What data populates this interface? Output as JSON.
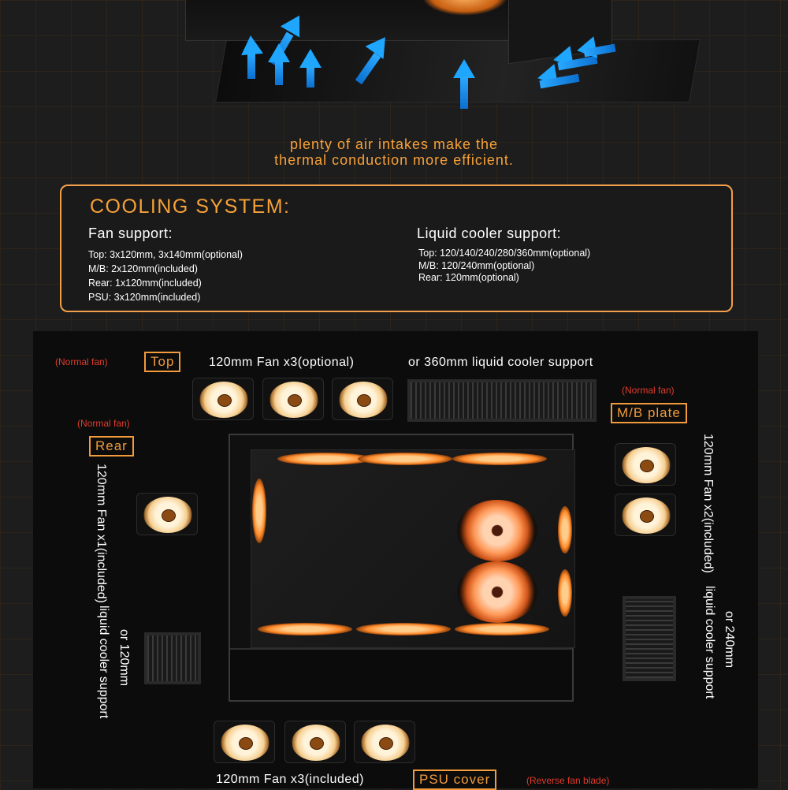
{
  "hero": {
    "tagline_line1": "plenty of air intakes make the",
    "tagline_line2": "thermal conduction more efficient."
  },
  "cooling": {
    "title": "COOLING SYSTEM:",
    "fan_support": {
      "heading": "Fan support:",
      "items": [
        "Top: 3x120mm, 3x140mm(optional)",
        "M/B: 2x120mm(included)",
        "Rear: 1x120mm(included)",
        "PSU: 3x120mm(included)"
      ]
    },
    "liquid_support": {
      "heading": "Liquid cooler support:",
      "items": [
        "Top: 120/140/240/280/360mm(optional)",
        "M/B: 120/240mm(optional)",
        "Rear: 120mm(optional)"
      ]
    }
  },
  "diagram": {
    "top": {
      "note": "(Normal fan)",
      "tag": "Top",
      "fan_label": "120mm Fan x3(optional)",
      "cooler_label": "or 360mm liquid cooler support"
    },
    "mb": {
      "note": "(Normal fan)",
      "tag": "M/B plate",
      "fan_label": "120mm Fan  x2(included)",
      "cooler_label": "or 240mm",
      "cooler_label2": "liquid cooler support"
    },
    "rear": {
      "note": "(Normal fan)",
      "tag": "Rear",
      "fan_label": "120mm Fan x1(included)",
      "cooler_label": "or 120mm",
      "cooler_label2": "liquid cooler support"
    },
    "psu": {
      "fan_label": "120mm Fan x3(included)",
      "tag": "PSU cover",
      "note": "(Reverse fan blade)"
    }
  },
  "colors": {
    "accent": "#f7a138",
    "note_red": "#e03b2c",
    "airflow_blue": "#1fa6ff"
  }
}
